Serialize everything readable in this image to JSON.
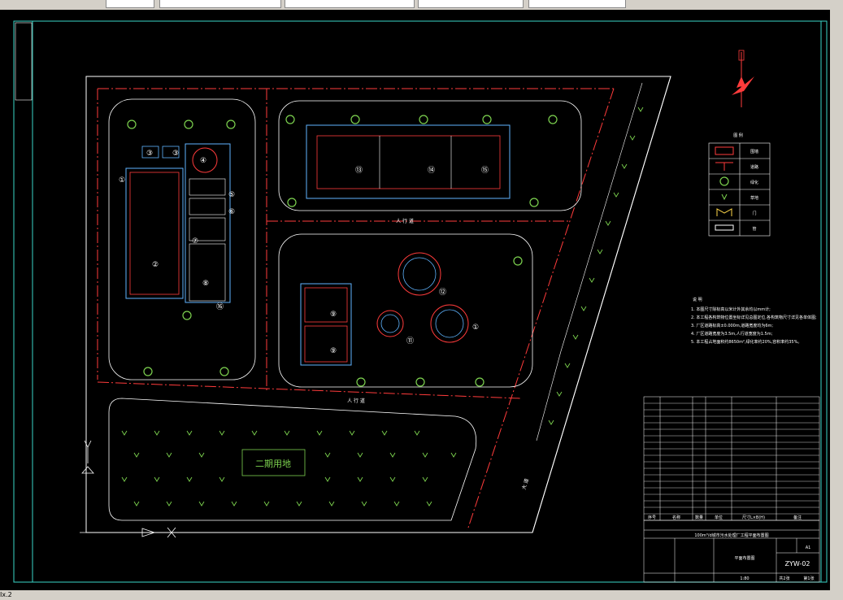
{
  "app": {
    "status_text": "Ix.2",
    "window_tabs": [
      "",
      "",
      "",
      "",
      "",
      ""
    ]
  },
  "drawing": {
    "region_label": "二期用地",
    "walkway_label_upper": "人 行 道",
    "walkway_label_lower": "人 行 道",
    "road_label": "大 道",
    "unit_numbers": [
      "①",
      "②",
      "③",
      "④",
      "⑤",
      "⑥",
      "⑦",
      "⑧",
      "⑨",
      "⑨",
      "⑪",
      "⑫",
      "⑬",
      "⑭",
      "⑮",
      "⑯",
      "①",
      "③"
    ],
    "legend_title": "图 例",
    "legend_items": [
      "围墙",
      "道路",
      "绿化",
      "草地",
      "门",
      "管"
    ],
    "notes_title": "说 明",
    "notes": [
      "1. 本图尺寸除标高以米计外其余均以mm计;",
      "2. 本工程各构筑物位置坐标详见总图定位,各构筑物尺寸详见各单体图;",
      "3. 厂区道路标高±0.000m,道路宽度均为6m;",
      "4. 厂区道路宽度为3.5m,人行道宽度为1.5m;",
      "5. 本工程占地面积约8650m²,绿化率约20%,容积率约35%。"
    ],
    "drawing_number": "ZYW-02",
    "scale": "1:80",
    "sheet_info": "共2张",
    "sheet_no": "第1张",
    "title_block_title": "平面布置图",
    "project_line": "100m³/d城市污水处理厂工程平面布置图",
    "table_header": [
      "序号",
      "名称",
      "数量",
      "单位",
      "尺寸L×B(H)",
      "备注"
    ],
    "stage_label": "A1"
  },
  "colors": {
    "background": "#000000",
    "boundary": "#ffffff",
    "wall": "#ff3b3b",
    "outline": "#5fb4ff",
    "tree": "#7dd34f",
    "frame": "#3ad6c8"
  }
}
